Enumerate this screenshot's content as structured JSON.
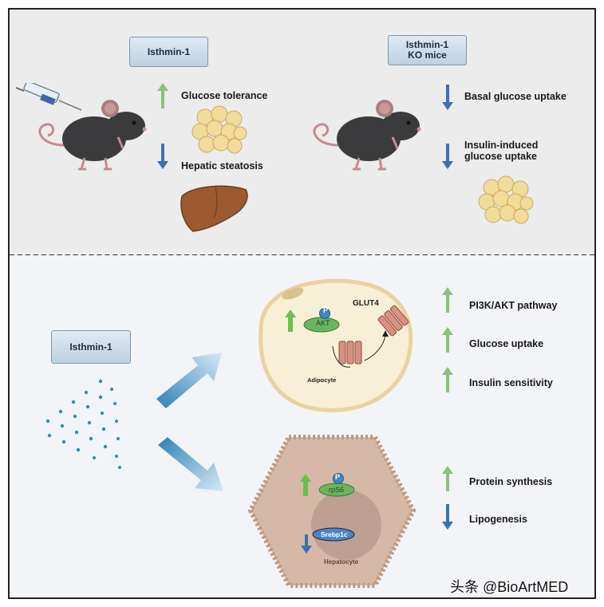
{
  "top_left": {
    "box_label": "Isthmin-1",
    "up_effect": "Glucose tolerance",
    "down_effect": "Hepatic steatosis"
  },
  "top_right": {
    "box_label_line1": "Isthmin-1",
    "box_label_line2": "KO mice",
    "effect1": "Basal glucose uptake",
    "effect2_line1": "Insulin-induced",
    "effect2_line2": "glucose uptake"
  },
  "bottom": {
    "source_label": "Isthmin-1",
    "adipocyte": {
      "cell_label": "Adipocyte",
      "phospho_label": "P",
      "protein_label": "AKT",
      "transporter_label": "GLUT4"
    },
    "hepatocyte": {
      "cell_label": "Hepatocyte",
      "phospho_label": "P",
      "protein_label": "rpS6",
      "nuclear_label": "Srebp1c"
    },
    "adipocyte_effects": [
      "PI3K/AKT pathway",
      "Glucose uptake",
      "Insulin sensitivity"
    ],
    "hepatocyte_effects": [
      "Protein synthesis",
      "Lipogenesis"
    ]
  },
  "watermark": "头条 @BioArtMED",
  "colors": {
    "up_arrow": "#8dc07a",
    "down_arrow": "#3b6fb6",
    "pill_border": "#7f97ad",
    "adipocyte_fill": "#f8f0d6",
    "hepatocyte_fill": "#d5b8a5"
  }
}
